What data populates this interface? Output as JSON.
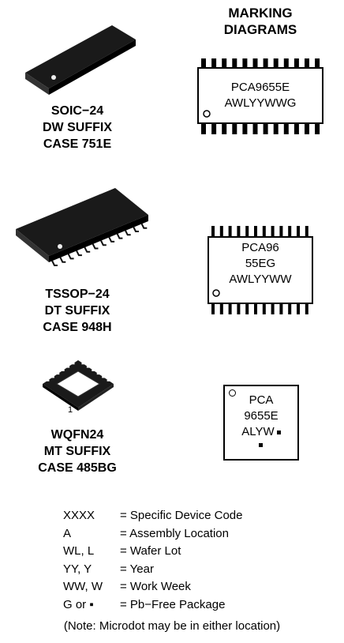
{
  "header": {
    "line1": "MARKING",
    "line2": "DIAGRAMS"
  },
  "packages": [
    {
      "name": "SOIC−24",
      "suffix": "DW SUFFIX",
      "case": "CASE 751E",
      "marking": [
        "PCA9655E",
        "AWLYYWWG"
      ]
    },
    {
      "name": "TSSOP−24",
      "suffix": "DT SUFFIX",
      "case": "CASE 948H",
      "marking": [
        "PCA96",
        "55EG",
        "AWLYYWW"
      ]
    },
    {
      "name": "WQFN24",
      "suffix": "MT SUFFIX",
      "case": "CASE 485BG",
      "pin1_label": "1",
      "marking": [
        "PCA",
        "9655E",
        "ALYW"
      ]
    }
  ],
  "legend": [
    {
      "key": "XXXX",
      "value": "= Specific Device Code"
    },
    {
      "key": "A",
      "value": "= Assembly Location"
    },
    {
      "key": "WL, L",
      "value": "= Wafer Lot"
    },
    {
      "key": "YY, Y",
      "value": "= Year"
    },
    {
      "key": "WW, W",
      "value": "= Work Week"
    },
    {
      "key": "G or ▪",
      "value": "= Pb−Free Package"
    }
  ],
  "note": "(Note: Microdot may be in either location)"
}
